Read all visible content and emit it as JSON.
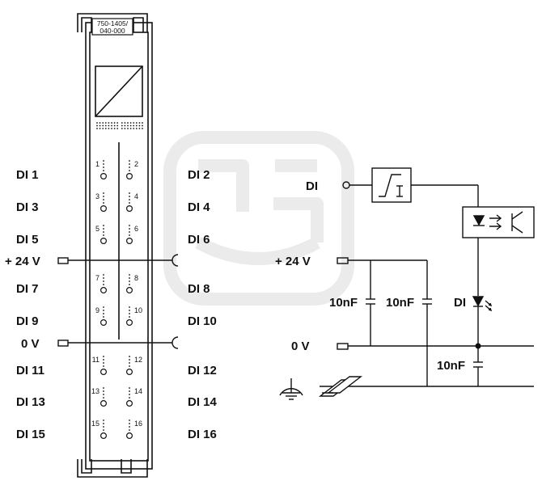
{
  "module": {
    "part_number_line1": "750-1405/",
    "part_number_line2": "040-000",
    "channel_numbers": [
      "1",
      "2",
      "3",
      "4",
      "5",
      "6",
      "7",
      "8",
      "9",
      "10",
      "11",
      "12",
      "13",
      "14",
      "15",
      "16"
    ]
  },
  "left_labels": {
    "di1": "DI 1",
    "di3": "DI 3",
    "di5": "DI 5",
    "supply_24v": "+ 24 V",
    "di7": "DI 7",
    "di9": "DI 9",
    "supply_0v": "0 V",
    "di11": "DI 11",
    "di13": "DI 13",
    "di15": "DI 15"
  },
  "right_labels": {
    "di2": "DI 2",
    "di4": "DI 4",
    "di6": "DI 6",
    "di8": "DI 8",
    "di10": "DI 10",
    "di12": "DI 12",
    "di14": "DI 14",
    "di16": "DI 16"
  },
  "schematic": {
    "di_input": "DI",
    "supply_24v": "+ 24 V",
    "supply_0v": "0 V",
    "cap1": "10nF",
    "cap2": "10nF",
    "cap3": "10nF",
    "di_led": "DI"
  },
  "colors": {
    "line": "#111111",
    "watermark": "#ececec"
  }
}
